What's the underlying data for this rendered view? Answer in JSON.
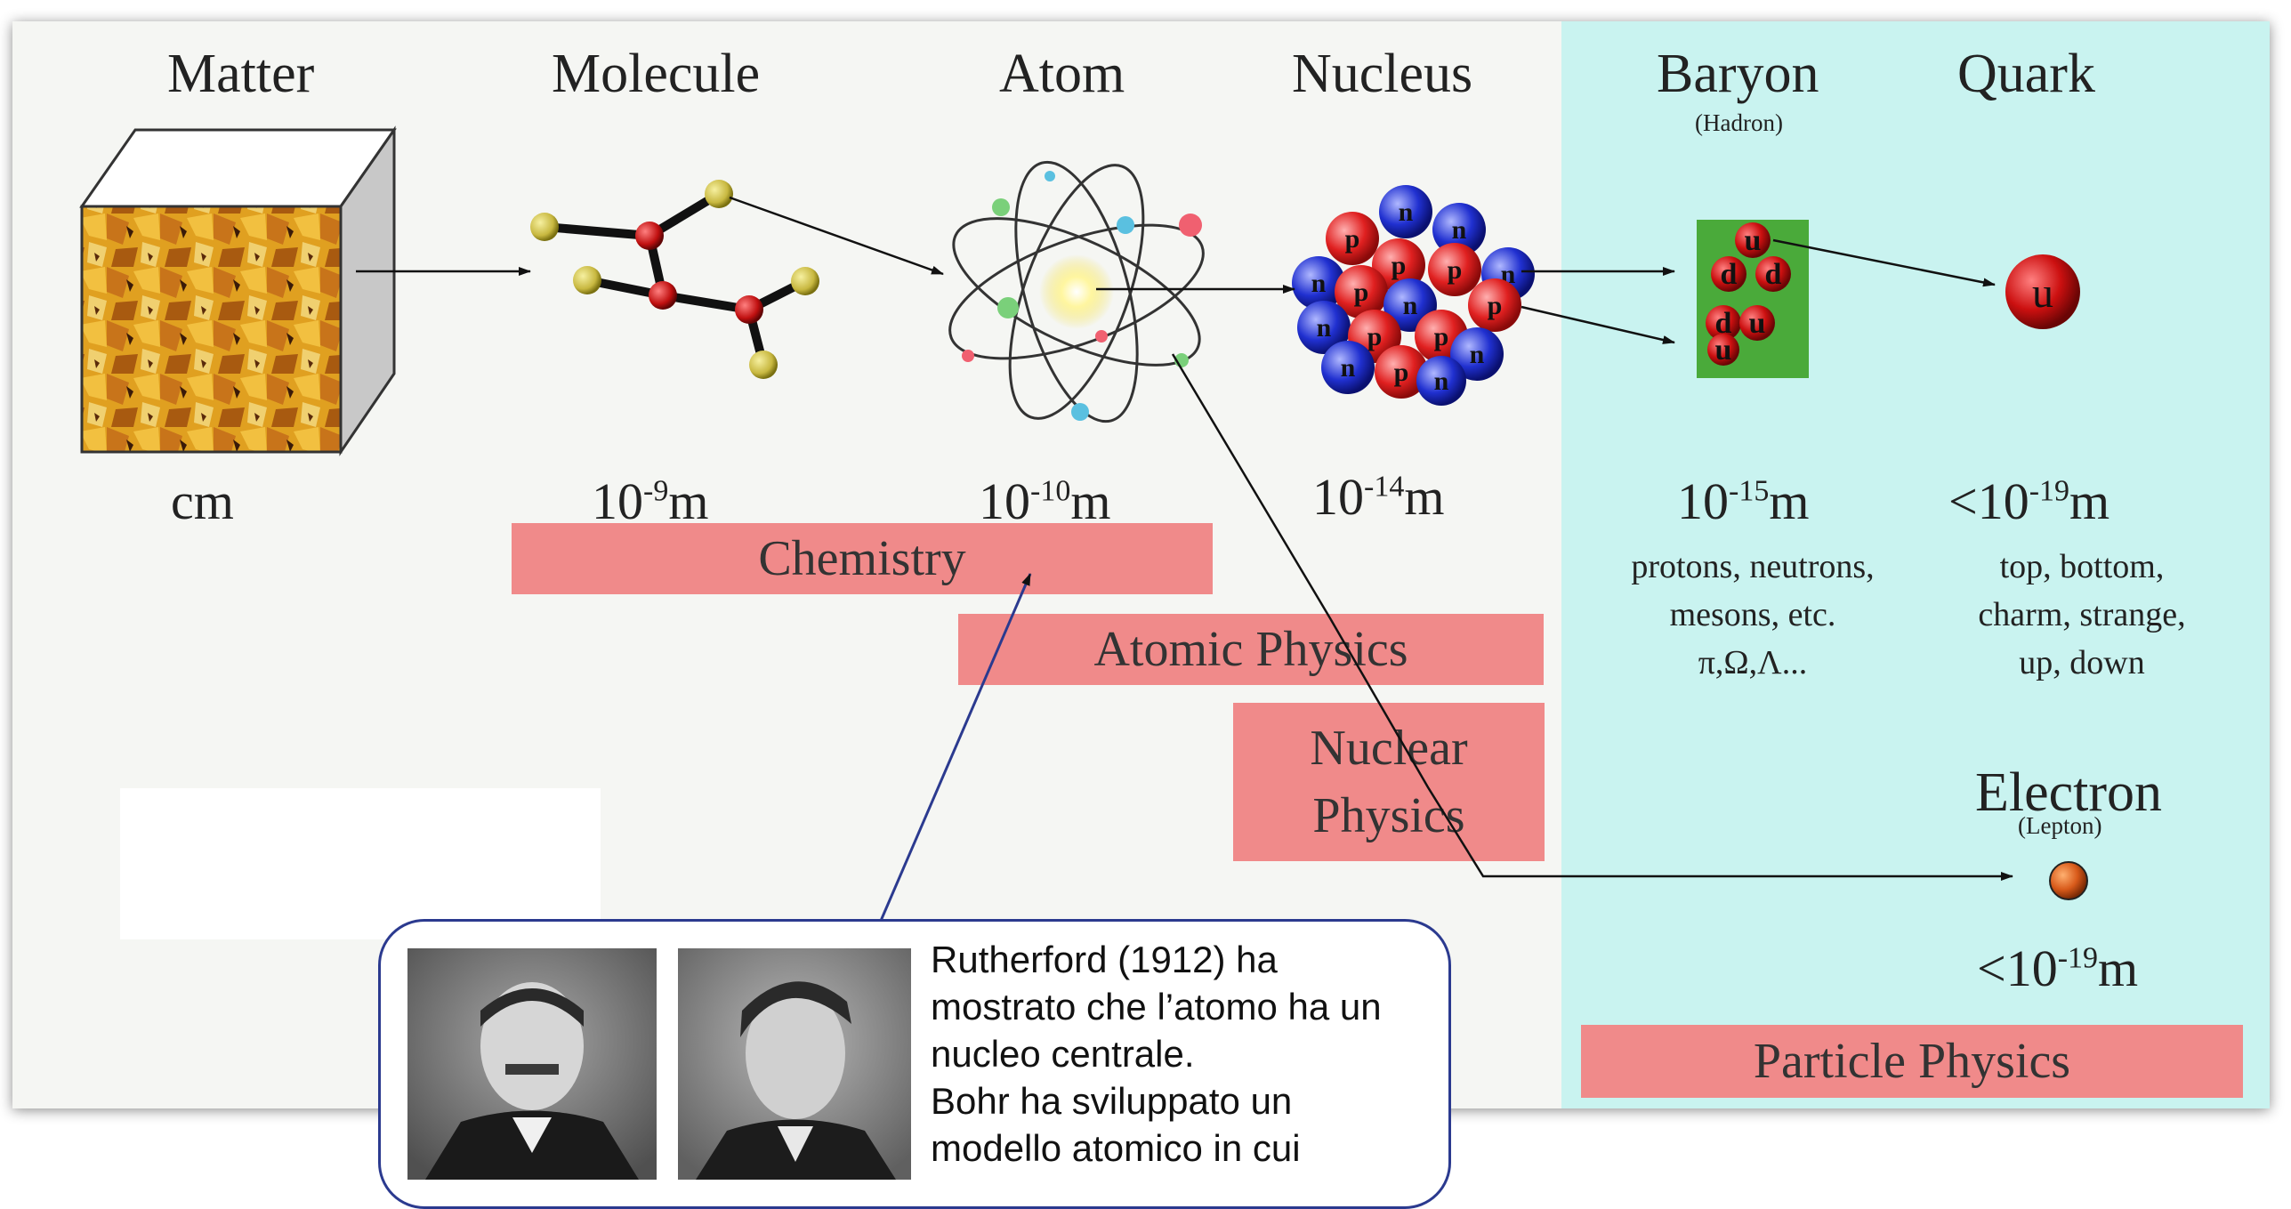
{
  "headers": {
    "matter": "Matter",
    "molecule": "Molecule",
    "atom": "Atom",
    "nucleus": "Nucleus",
    "baryon": "Baryon",
    "baryon_sub": "(Hadron)",
    "quark": "Quark",
    "electron": "Electron",
    "electron_sub": "(Lepton)"
  },
  "scales": {
    "matter": "cm",
    "molecule_base": "10",
    "molecule_exp": "-9",
    "atom_base": "10",
    "atom_exp": "-10",
    "nucleus_base": "10",
    "nucleus_exp": "-14",
    "baryon_base": "10",
    "baryon_exp": "-15",
    "quark_base": "<10",
    "quark_exp": "-19",
    "electron_base": "<10",
    "electron_exp": "-19",
    "unit": "m"
  },
  "descriptions": {
    "baryon_lines": [
      "protons, neutrons,",
      "mesons, etc.",
      "π,Ω,Λ..."
    ],
    "quark_lines": [
      "top, bottom,",
      "charm, strange,",
      "up, down"
    ]
  },
  "bands": {
    "chemistry": "Chemistry",
    "atomic": "Atomic Physics",
    "nuclear_line1": "Nuclear",
    "nuclear_line2": "Physics",
    "particle": "Particle Physics"
  },
  "nucleons": {
    "proton": "p",
    "neutron": "n"
  },
  "quarks": {
    "up": "u",
    "down": "d"
  },
  "callout": {
    "lines": [
      "Rutherford (1912) ha",
      "mostrato che l’atomo ha un",
      "nucleo centrale.",
      "Bohr ha sviluppato un",
      "modello atomico in cui"
    ]
  },
  "colors": {
    "background": "#f5f6f3",
    "particle_panel": "#c9f3f0",
    "band": "#f08a8a",
    "callout_border": "#2b3a8f",
    "proton": "#e02020",
    "neutron": "#2030d0",
    "quark": "#cc1010",
    "electron": "#d85a1a"
  }
}
